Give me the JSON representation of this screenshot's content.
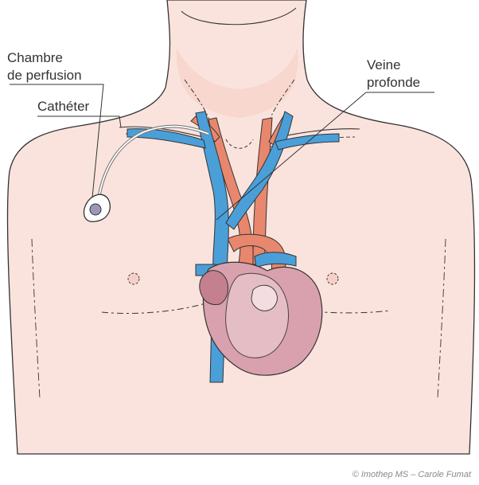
{
  "labels": {
    "chambre_line1": "Chambre",
    "chambre_line2": "de perfusion",
    "catheter": "Cathéter",
    "veine_line1": "Veine",
    "veine_line2": "profonde"
  },
  "credit": "© Imothep MS – Carole Fumat",
  "colors": {
    "skin": "#fbe3dd",
    "outline": "#333333",
    "vein": "#4a9fd8",
    "artery": "#e8876d",
    "heart": "#d9a1ad",
    "heart_dark": "#c4808f"
  }
}
